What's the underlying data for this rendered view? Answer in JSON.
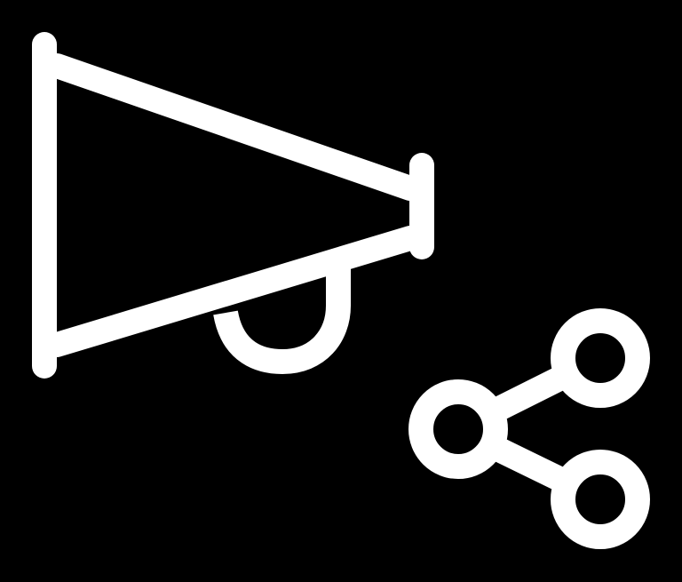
{
  "icon": {
    "name": "Share announcement",
    "background_color": "#000000",
    "stroke_color": "#ffffff",
    "components": [
      {
        "id": "megaphone",
        "label": "Megaphone"
      },
      {
        "id": "share",
        "label": "Share"
      }
    ]
  }
}
